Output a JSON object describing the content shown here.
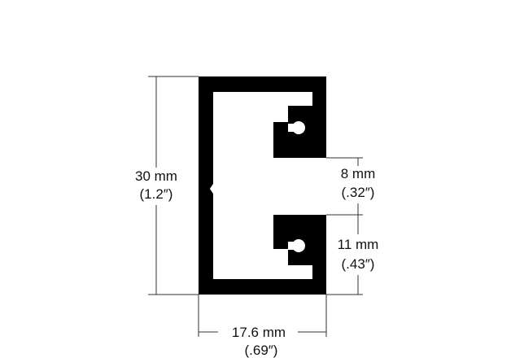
{
  "colors": {
    "profile": "#000000",
    "background": "#ffffff",
    "dimension_line": "#333333",
    "text": "#111111"
  },
  "dimensions": {
    "height": {
      "metric": "30 mm",
      "imperial": "(1.2″)"
    },
    "slot_gap": {
      "metric": "8 mm",
      "imperial": "(.32″)"
    },
    "slot_height": {
      "metric": "11 mm",
      "imperial": "(.43″)"
    },
    "width": {
      "metric": "17.6 mm",
      "imperial": "(.69″)"
    }
  }
}
